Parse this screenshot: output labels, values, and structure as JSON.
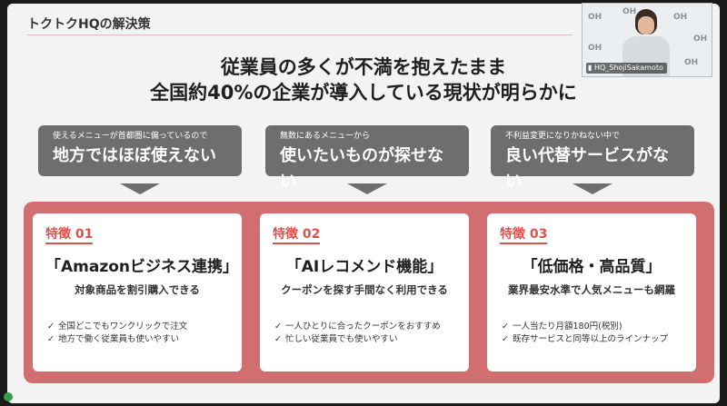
{
  "slide": {
    "deck_title": "トクトクHQの解決策",
    "headline_line1": "従業員の多くが不満を抱えたまま",
    "headline_line2": "全国約40%の企業が導入している現状が明らかに"
  },
  "problems": [
    {
      "small": "使えるメニューが首都圏に偏っているので",
      "big": "地方ではほぼ使えない"
    },
    {
      "small": "無数にあるメニューから",
      "big": "使いたいものが探せない"
    },
    {
      "small": "不利益変更になりかねない中で",
      "big": "良い代替サービスがない"
    }
  ],
  "features": [
    {
      "label": "特徴 01",
      "title": "「Amazonビジネス連携」",
      "subtitle": "対象商品を割引購入できる",
      "bullets": [
        "全国どこでもワンクリックで注文",
        "地方で働く従業員も使いやすい"
      ]
    },
    {
      "label": "特徴 02",
      "title": "「AIレコメンド機能」",
      "subtitle": "クーポンを探す手間なく利用できる",
      "bullets": [
        "一人ひとりに合ったクーポンをおすすめ",
        "忙しい従業員でも使いやすい"
      ]
    },
    {
      "label": "特徴 03",
      "title": "「低価格・高品質」",
      "subtitle": "業界最安水準で人気メニューも網羅",
      "bullets": [
        "一人当たり月額180円(税別)",
        "既存サービスと同等以上のラインナップ"
      ]
    }
  ],
  "video": {
    "participant_name": "HQ_ShojiSakamoto",
    "logo_text": "OH"
  },
  "check_glyph": "✓",
  "colors": {
    "accent": "#d16f70",
    "feature_label": "#d9534f",
    "problem_box": "#6e6e6e"
  }
}
